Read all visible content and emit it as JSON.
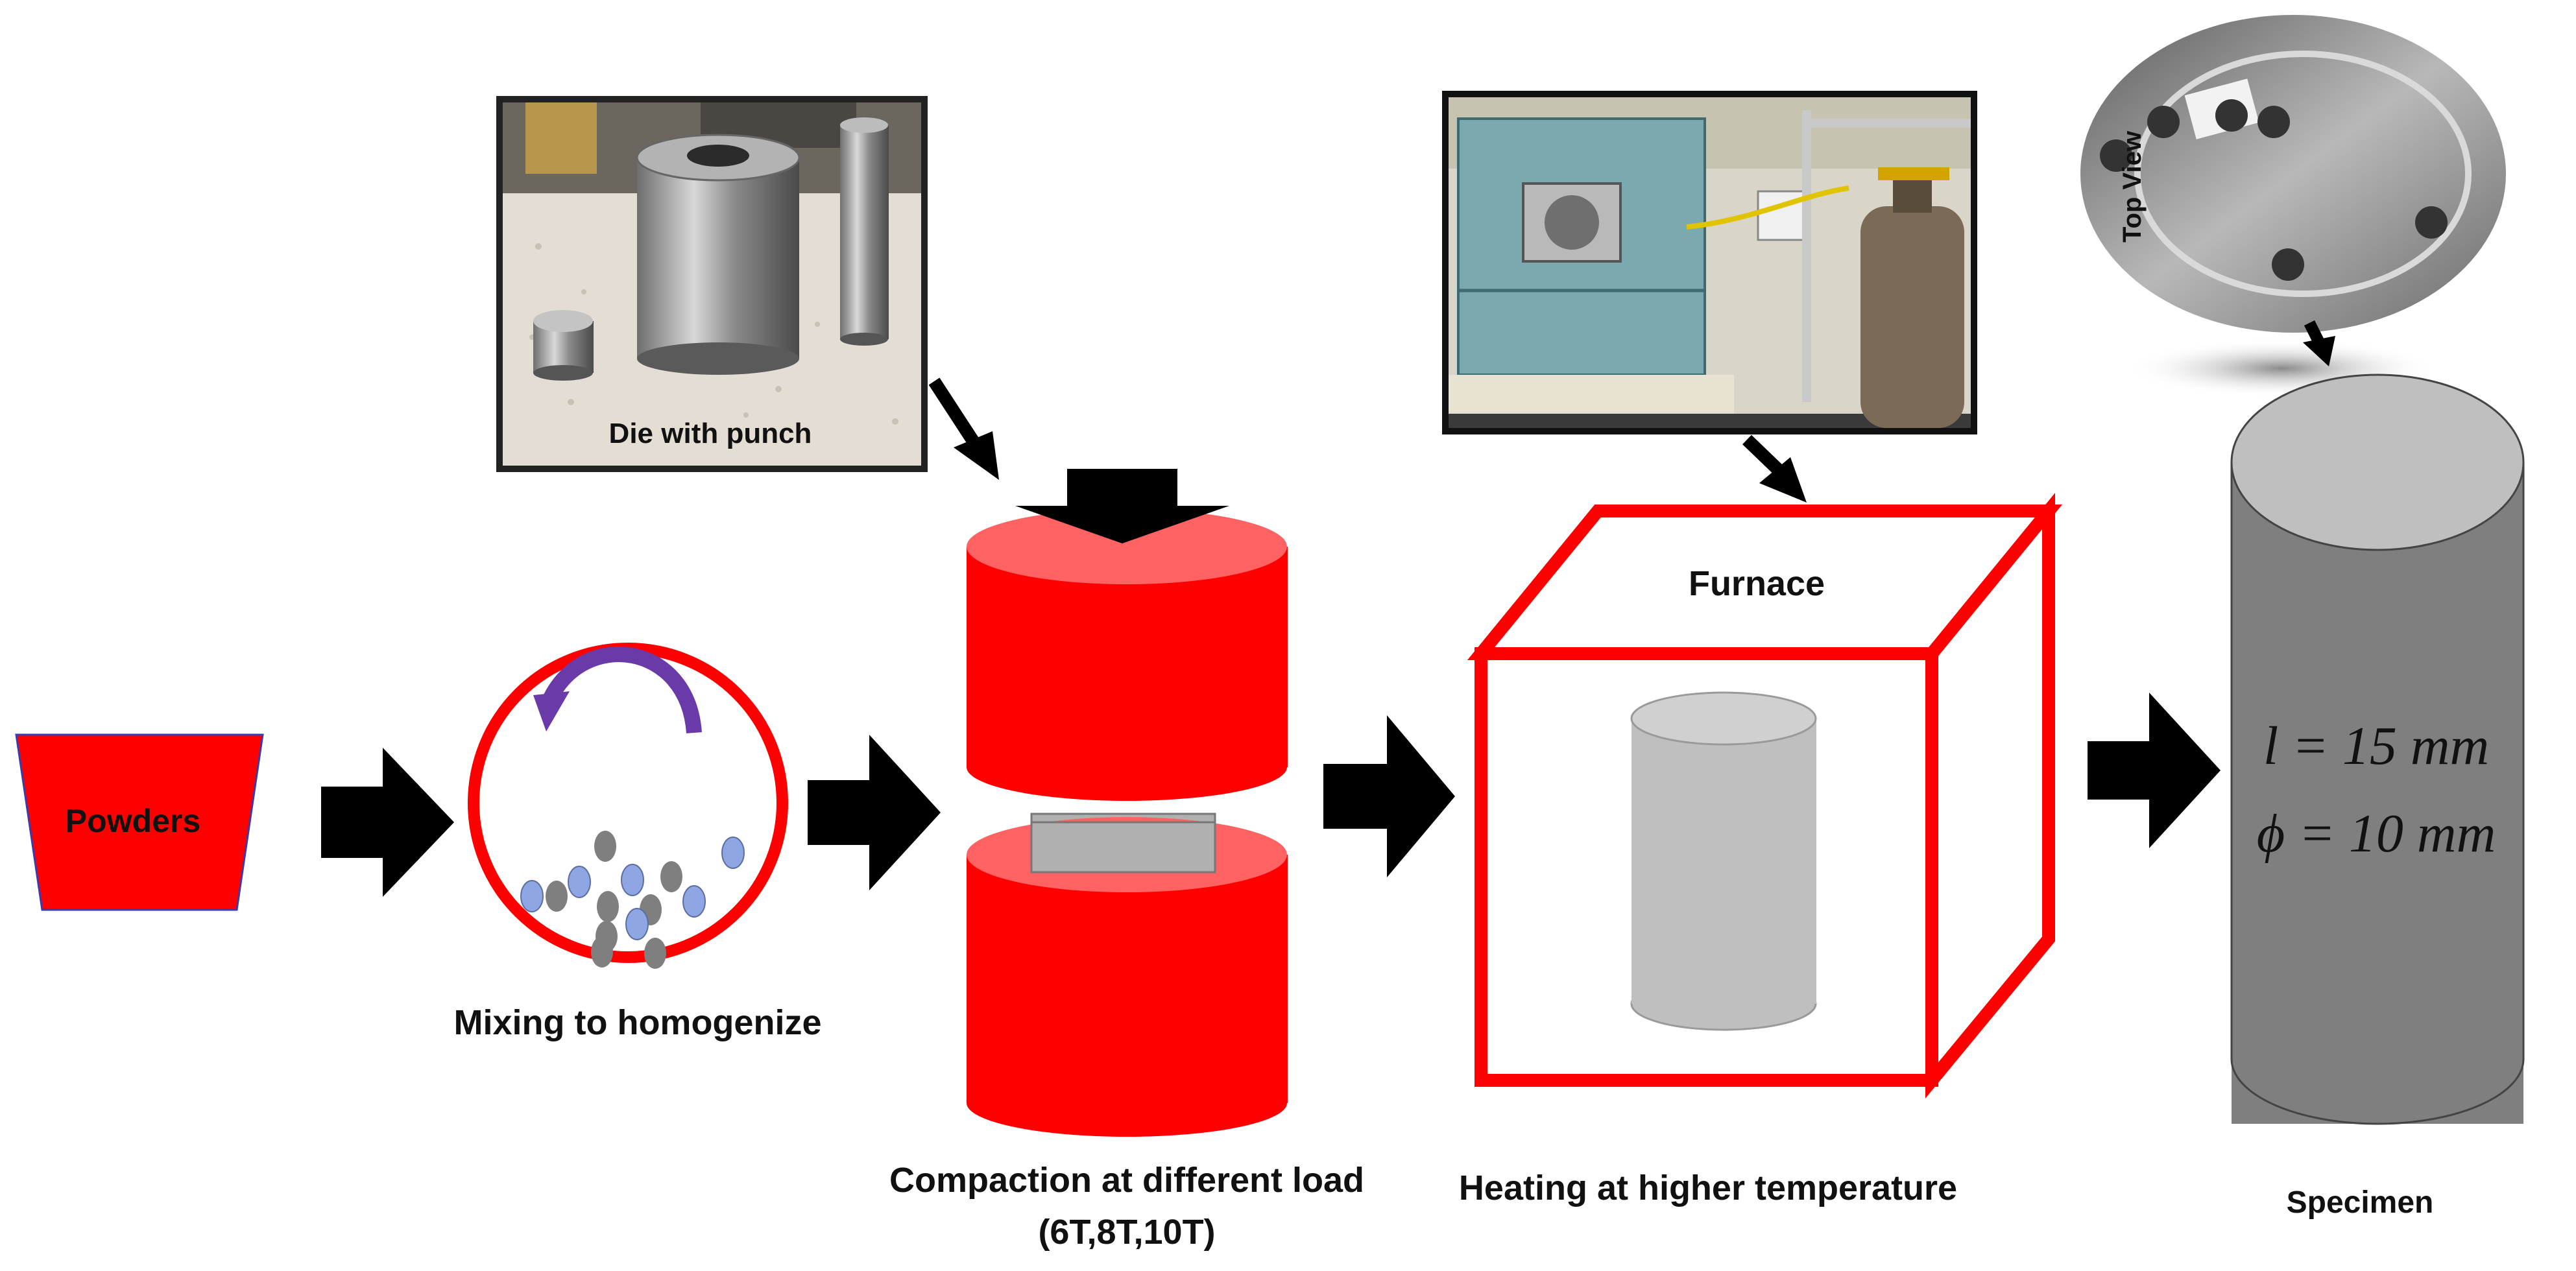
{
  "steps": {
    "powders": "Powders",
    "mixing": "Mixing to homogenize",
    "compaction_line1": "Compaction at different load",
    "compaction_line2": "(6T,8T,10T)",
    "heating": "Heating at higher temperature",
    "specimen": "Specimen"
  },
  "photos": {
    "die_caption": "Die with punch",
    "top_view": "Top View"
  },
  "furnace": {
    "label": "Furnace"
  },
  "specimen_dims": {
    "length": "l = 15 mm",
    "diameter": "ϕ = 10 mm"
  },
  "colors": {
    "red": "#ff0000",
    "light_red": "#ff6262",
    "grey_dark": "#7f7f7f",
    "grey_light": "#bfbfbf",
    "blue_particle": "#8fa6e4",
    "arrow": "#000000",
    "mix_arrow": "#6a3aa8"
  }
}
